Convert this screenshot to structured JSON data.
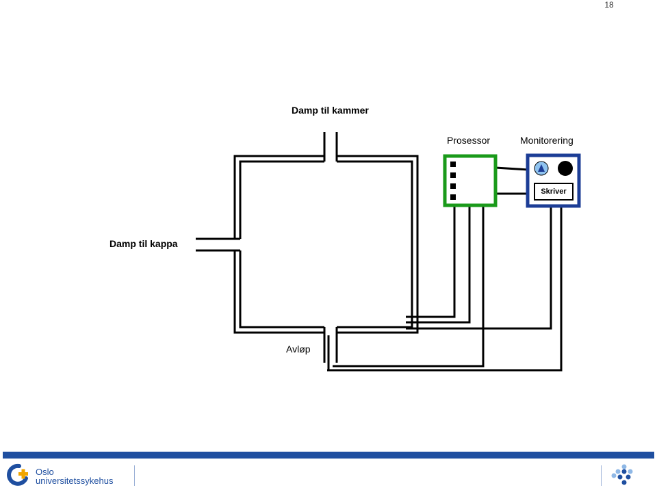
{
  "page": {
    "number": "18"
  },
  "labels": {
    "steam_to_chamber": "Damp til kammer",
    "processor": "Prosessor",
    "monitoring": "Monitorering",
    "steam_to_jacket": "Damp til kappa",
    "printer": "Skriver",
    "drain": "Avløp"
  },
  "colors": {
    "processor_box": "#1a9a1a",
    "monitor_box": "#1c3d96",
    "indicator": "#8fc3ef",
    "footer_bar": "#1f4fa0"
  },
  "footer": {
    "logo_line1": "Oslo",
    "logo_line2": "universitetssykehus"
  },
  "icons": {
    "indicator": "up-triangle-icon",
    "lamp": "black-circle-icon",
    "logo": "oslo-logo-icon",
    "decor": "dots-cross-icon"
  }
}
